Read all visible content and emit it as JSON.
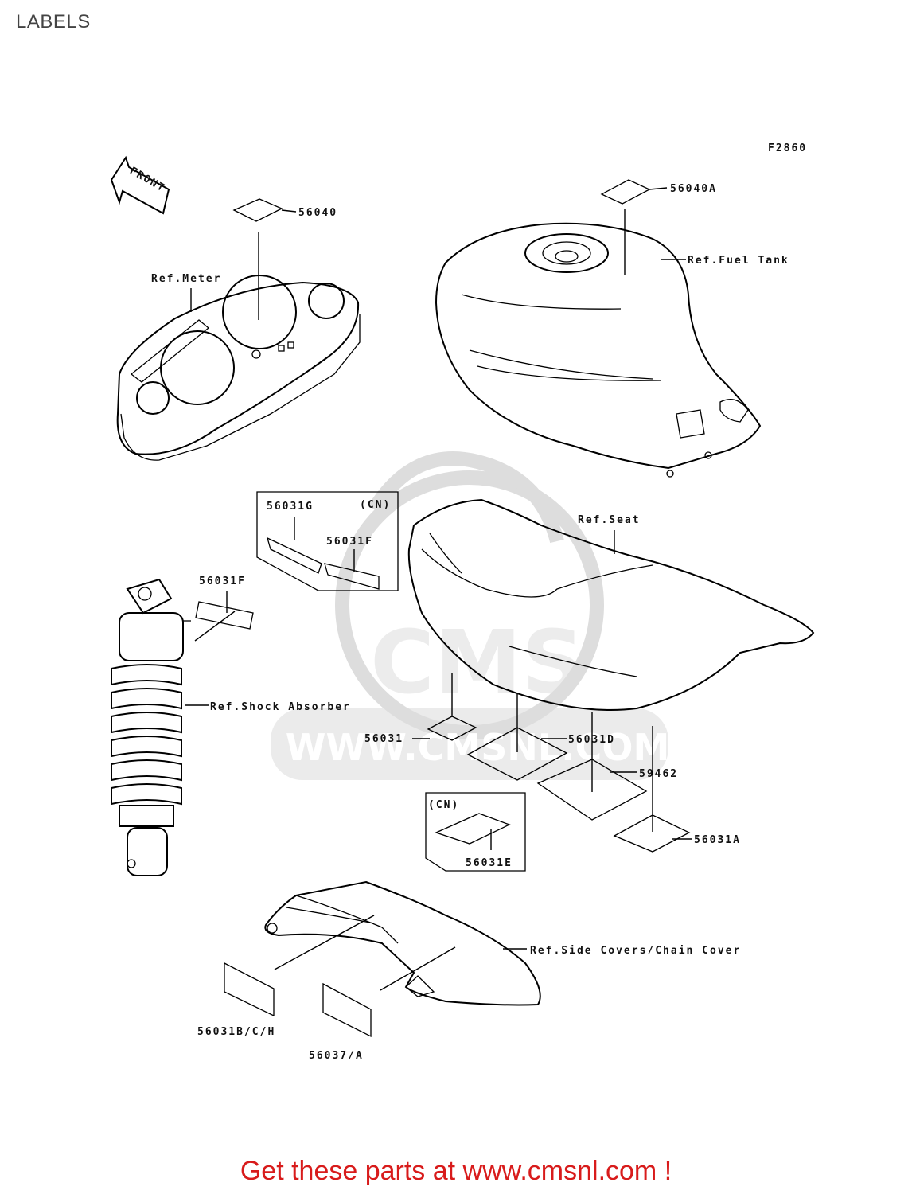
{
  "page": {
    "title": "LABELS"
  },
  "diagram": {
    "code": "F2860",
    "front_arrow": "FRONT",
    "labels": {
      "p56040": "56040",
      "p56040A": "56040A",
      "ref_meter": "Ref.Meter",
      "ref_fuel_tank": "Ref.Fuel Tank",
      "p56031G": "56031G",
      "cn_top": "(CN)",
      "p56031F_box": "56031F",
      "p56031F": "56031F",
      "ref_seat": "Ref.Seat",
      "ref_shock": "Ref.Shock Absorber",
      "p56031": "56031",
      "p56031D": "56031D",
      "p59462": "59462",
      "cn_bottom": "(CN)",
      "p56031E": "56031E",
      "p56031A": "56031A",
      "ref_side_covers": "Ref.Side Covers/Chain Cover",
      "p56031BCH": "56031B/C/H",
      "p56037A": "56037/A"
    }
  },
  "watermark": {
    "brand": "CMS",
    "url": "WWW.CMSNL.COM"
  },
  "footer": {
    "cta": "Get these parts at www.cmsnl.com !"
  }
}
